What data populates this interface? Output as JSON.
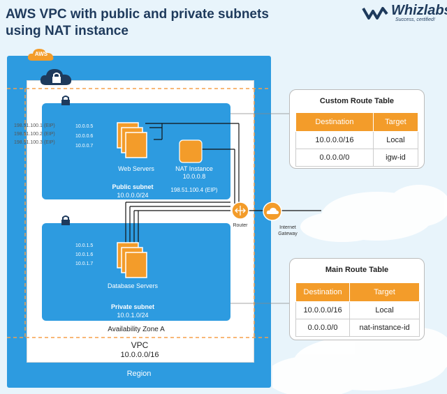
{
  "title_line1": "AWS VPC with public and private subnets",
  "title_line2": "using NAT instance",
  "logo": {
    "word": "Whizlabs",
    "tagline": "Success, certified!"
  },
  "aws_badge": "AWS",
  "region_label": "Region",
  "vpc": {
    "label": "VPC",
    "cidr": "10.0.0.0/16"
  },
  "availability_zone": "Availability Zone A",
  "public_subnet": {
    "label": "Public subnet",
    "cidr": "10.0.0.0/24",
    "eips": [
      "198.51.100.1 (EIP)",
      "198.51.100.2 (EIP)",
      "198.51.100.3 (EIP)"
    ],
    "ips": [
      "10.0.0.5",
      "10.0.0.6",
      "10.0.0.7"
    ],
    "web_servers_label": "Web Servers",
    "nat_instance": {
      "label": "NAT Instance",
      "ip": "10.0.0.8",
      "eip": "198.51.100.4 (EIP)"
    }
  },
  "private_subnet": {
    "label": "Private subnet",
    "cidr": "10.0.1.0/24",
    "ips": [
      "10.0.1.5",
      "10.0.1.6",
      "10.0.1.7"
    ],
    "db_servers_label": "Database Servers"
  },
  "router_label": "Router",
  "igw_label": "Internet Gateway",
  "custom_route_table": {
    "title": "Custom Route Table",
    "headers": [
      "Destination",
      "Target"
    ],
    "rows": [
      [
        "10.0.0.0/16",
        "Local"
      ],
      [
        "0.0.0.0/0",
        "igw-id"
      ]
    ]
  },
  "main_route_table": {
    "title": "Main Route Table",
    "headers": [
      "Destination",
      "Target"
    ],
    "rows": [
      [
        "10.0.0.0/16",
        "Local"
      ],
      [
        "0.0.0.0/0",
        "nat-instance-id"
      ]
    ]
  }
}
